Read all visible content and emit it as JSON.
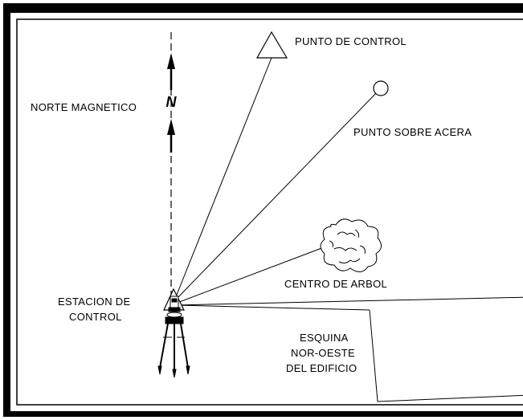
{
  "labels": {
    "north": "NORTE MAGNETICO",
    "control_point": "PUNTO DE CONTROL",
    "sidewalk_point": "PUNTO SOBRE ACERA",
    "tree_center": "CENTRO DE ARBOL",
    "station_line1": "ESTACION DE",
    "station_line2": "CONTROL",
    "corner_line1": "ESQUINA",
    "corner_line2": "NOR-OESTE",
    "corner_line3": "DEL EDIFICIO"
  },
  "north_symbol": "N",
  "colors": {
    "ink": "#000000",
    "paper": "#ffffff"
  }
}
